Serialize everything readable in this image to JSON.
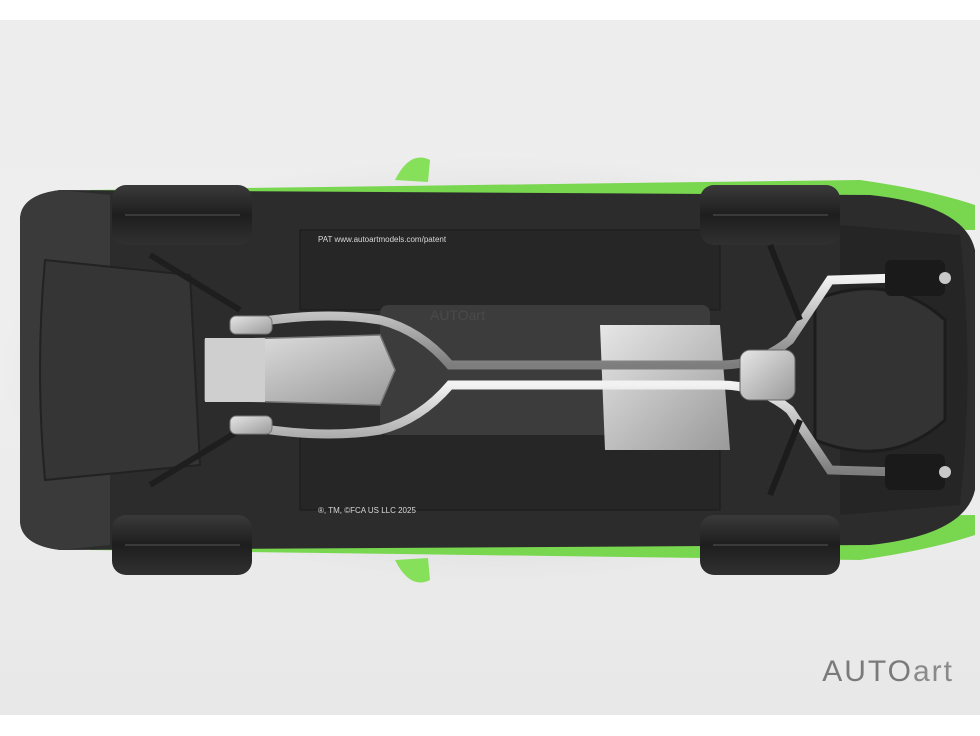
{
  "photo": {
    "subject": "Scale model car underside",
    "body_color": "#7ed957",
    "chassis_color": "#2b2b2b"
  },
  "watermark": {
    "brand_main": "AUTO",
    "brand_suffix": "art"
  },
  "floor_markings": {
    "copyright": "®, TM, ©FCA US LLC 2025",
    "panel_logo": "AUTOart",
    "url": "PAT www.autoartmodels.com/patent"
  }
}
